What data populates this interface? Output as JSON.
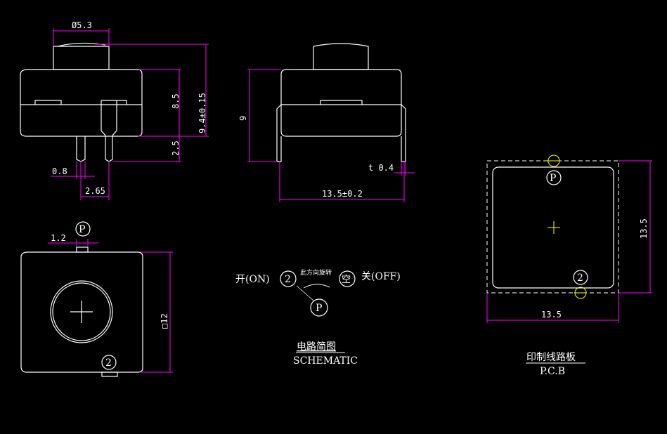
{
  "side_view": {
    "dia": "Ø5.3",
    "height_total": "9.4±0.15",
    "body_height": "8.5",
    "pin_length": "2.5",
    "pin_width": "0.8",
    "pin_pitch": "2.65"
  },
  "front_view": {
    "height": "9",
    "thickness": "t 0.4",
    "width": "13.5±0.2"
  },
  "top_view": {
    "offset": "1.2",
    "size": "□12",
    "pin_p": "P",
    "pin_2": "2"
  },
  "schematic": {
    "on_label": "开(ON)",
    "off_label": "关(OFF)",
    "pin_2": "2",
    "pin_empty": "空",
    "pin_p": "P",
    "rotation_note": "此方向旋转",
    "title_cn": "电路简图",
    "title_en": "SCHEMATIC"
  },
  "pcb": {
    "pin_p": "P",
    "pin_2": "2",
    "height": "13.5",
    "width": "13.5",
    "title_cn": "印制线路板",
    "title_en": "P.C.B"
  },
  "colors": {
    "background": "#000000",
    "outline": "#ffffff",
    "dimension": "#ff00ff",
    "center": "#ffff00"
  }
}
